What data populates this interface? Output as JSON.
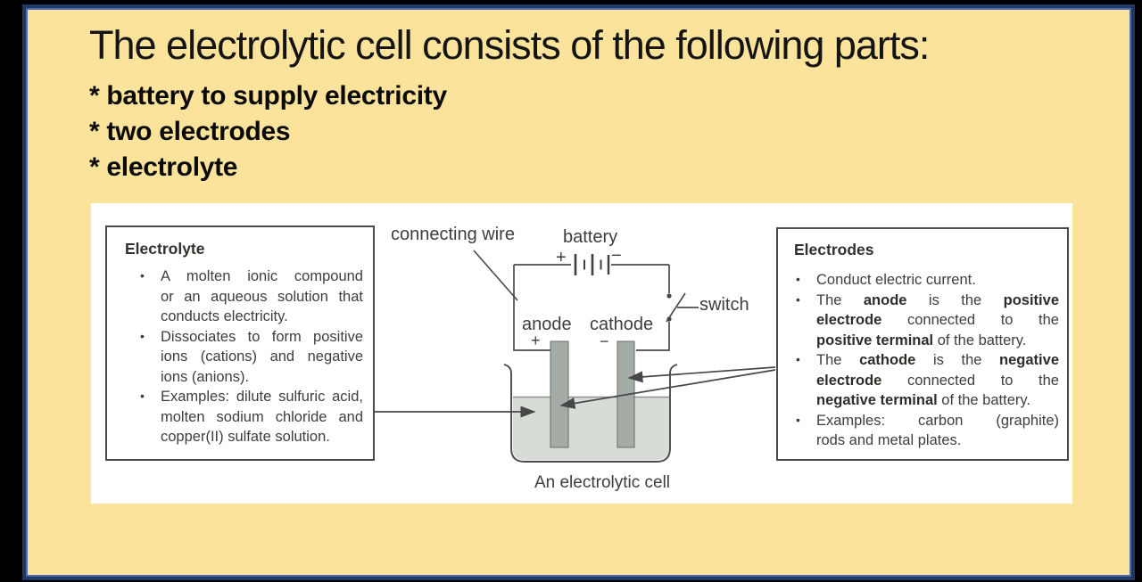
{
  "colors": {
    "slide_background": "#FBE39B",
    "frame_outer": "#1E3862",
    "frame_inner": "#4D6BAD",
    "page_background": "#000000",
    "panel_background": "#FFFFFF",
    "diagram_ink": "#3D3D3B",
    "electrode_rod": "#A5ABA5",
    "liquid": "#D8DCD6"
  },
  "slide": {
    "title": "The electrolytic cell consists of the following parts:",
    "bullets": [
      "* battery to supply electricity",
      "* two electrodes",
      "* electrolyte"
    ]
  },
  "diagram": {
    "bullet_char": "•",
    "labels": {
      "connecting_wire": "connecting wire",
      "battery": "battery",
      "battery_plus": "+",
      "battery_minus": "−",
      "switch": "switch",
      "anode": "anode",
      "cathode": "cathode",
      "anode_plus": "+",
      "cathode_minus": "−",
      "caption": "An electrolytic cell"
    },
    "electrolyte_box": {
      "title": "Electrolyte",
      "bullets": [
        {
          "lines": [
            [
              [
                "A molten ionic compound",
                0
              ]
            ],
            [
              [
                "or an aqueous solution that",
                0
              ]
            ],
            [
              [
                "conducts electricity.",
                0
              ]
            ]
          ]
        },
        {
          "lines": [
            [
              [
                "Dissociates to form positive",
                0
              ]
            ],
            [
              [
                "ions (cations) and negative",
                0
              ]
            ],
            [
              [
                "ions (anions).",
                0
              ]
            ]
          ]
        },
        {
          "lines": [
            [
              [
                "Examples: dilute sulfuric acid,",
                0
              ]
            ],
            [
              [
                "molten sodium chloride and",
                0
              ]
            ],
            [
              [
                "copper(II) sulfate solution.",
                0
              ]
            ]
          ]
        }
      ]
    },
    "electrodes_box": {
      "title": "Electrodes",
      "bullets": [
        {
          "lines": [
            [
              [
                "Conduct electric current.",
                0
              ]
            ]
          ]
        },
        {
          "lines": [
            [
              [
                "The ",
                0
              ],
              [
                "anode",
                1
              ],
              [
                " is the ",
                0
              ],
              [
                "positive",
                1
              ]
            ],
            [
              [
                "electrode",
                1
              ],
              [
                " connected to the",
                0
              ]
            ],
            [
              [
                "positive terminal",
                1
              ],
              [
                " of the battery.",
                0
              ]
            ]
          ]
        },
        {
          "lines": [
            [
              [
                "The ",
                0
              ],
              [
                "cathode",
                1
              ],
              [
                " is the ",
                0
              ],
              [
                "negative",
                1
              ]
            ],
            [
              [
                "electrode",
                1
              ],
              [
                " connected to the",
                0
              ]
            ],
            [
              [
                "negative terminal",
                1
              ],
              [
                " of the battery.",
                0
              ]
            ]
          ]
        },
        {
          "lines": [
            [
              [
                "Examples: carbon (graphite)",
                0
              ]
            ],
            [
              [
                "rods and metal plates.",
                0
              ]
            ]
          ]
        }
      ]
    }
  }
}
